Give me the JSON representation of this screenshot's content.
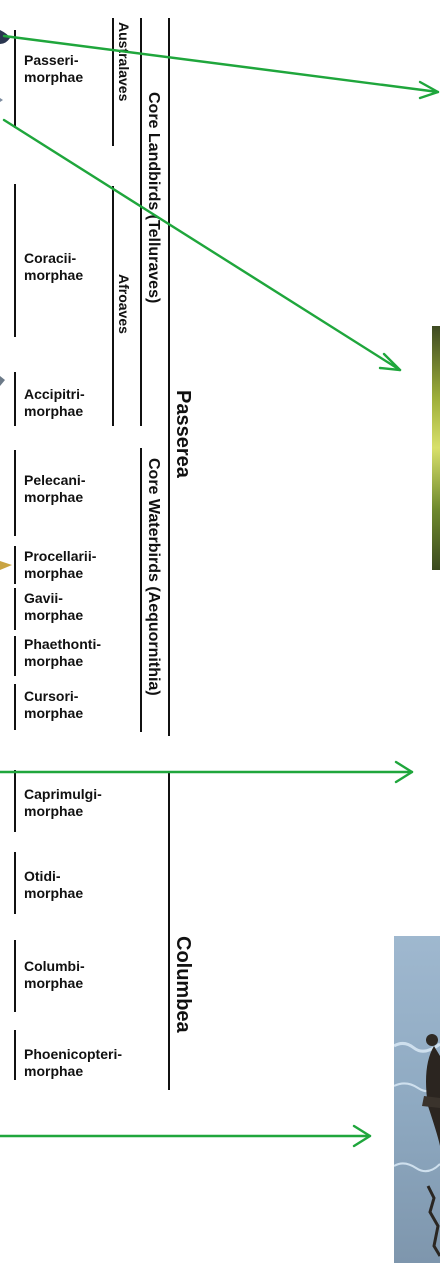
{
  "orders": [
    "Passeri-\nmorphae",
    "Coracii-\nmorphae",
    "Accipitri-\nmorphae",
    "Pelecani-\nmorphae",
    "Procellarii-\nmorphae",
    "Gavii-\nmorphae",
    "Phaethonti-\nmorphae",
    "Cursori-\nmorphae",
    "Caprimulgi-\nmorphae",
    "Otidi-\nmorphae",
    "Columbi-\nmorphae",
    "Phoenicopteri-\nmorphae"
  ],
  "clades": {
    "australaves": "Australaves",
    "afroaves": "Afroaves",
    "core_landbirds": "Core Landbirds (Telluraves)",
    "core_waterbirds": "Core Waterbirds (Aequornithia)",
    "passerea": "Passerea",
    "columbea": "Columbea"
  },
  "colors": {
    "arrow": "#1fa63c",
    "text": "#111111",
    "background": "#ffffff"
  }
}
